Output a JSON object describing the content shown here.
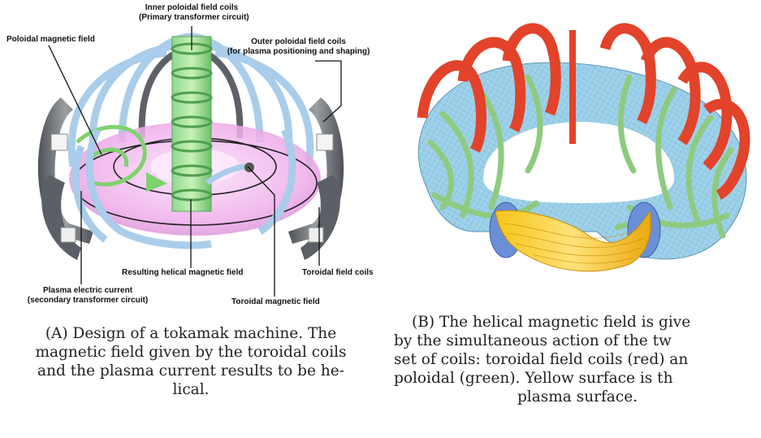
{
  "figure_a": {
    "labels": {
      "inner_poloidal": "Inner poloidal field coils\n(Primary transformer circuit)",
      "poloidal_field": "Poloidal magnetic field",
      "outer_poloidal": "Outer poloidal field coils\n(for plasma positioning and shaping)",
      "resulting_helical": "Resulting helical magnetic field",
      "toroidal_coils": "Toroidal field coils",
      "plasma_current": "Plasma electric current\n(secondary transformer circuit)",
      "toroidal_field": "Toroidal magnetic field"
    },
    "caption": {
      "tag": "(A)",
      "line1_rest": "Design of a tokamak machine. The",
      "line2": "magnetic field given by the toroidal coils",
      "line3": "and the plasma current results to be he-",
      "line4": "lical."
    }
  },
  "figure_b": {
    "caption": {
      "tag": "(B)",
      "line1_rest": "The helical magnetic field is give",
      "line2": "by the simultaneous action of the tw",
      "line3": "set of coils: toroidal field coils (red) an",
      "line4": "poloidal (green).  Yellow surface is th",
      "line5": "plasma surface."
    }
  },
  "colors": {
    "toroidal_coil_red": "#e2432a",
    "poloidal_coil_green": "#7ec27a",
    "plasma_blue": "#9fd2ea",
    "plasma_yellow": "#f2c21b",
    "tokamak_pink": "#f2b6ee",
    "coil_grey": "#6e7378",
    "coil_light_blue": "#a9cdea"
  }
}
